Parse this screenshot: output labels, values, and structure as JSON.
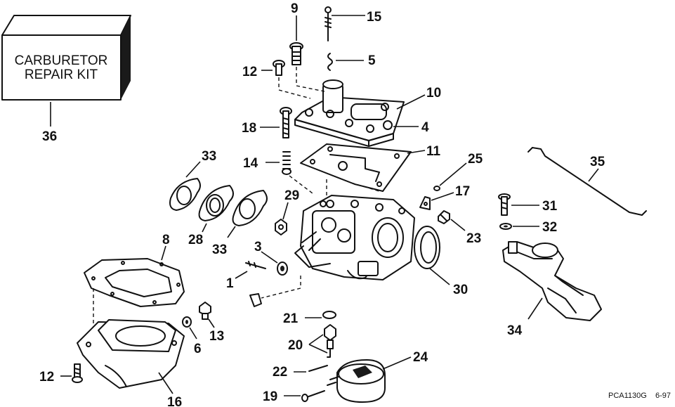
{
  "kit": {
    "line1": "CARBURETOR",
    "line2": "REPAIR KIT"
  },
  "callouts": {
    "c1": "1",
    "c3": "3",
    "c4": "4",
    "c5": "5",
    "c6": "6",
    "c8": "8",
    "c9": "9",
    "c10": "10",
    "c11": "11",
    "c12a": "12",
    "c12b": "12",
    "c13": "13",
    "c14": "14",
    "c15": "15",
    "c16": "16",
    "c17": "17",
    "c18": "18",
    "c19": "19",
    "c20": "20",
    "c21": "21",
    "c22": "22",
    "c23": "23",
    "c24": "24",
    "c25": "25",
    "c28": "28",
    "c29": "29",
    "c30": "30",
    "c31": "31",
    "c32": "32",
    "c33a": "33",
    "c33b": "33",
    "c34": "34",
    "c35": "35",
    "c36": "36"
  },
  "footer": {
    "code": "PCA1130G",
    "date": "6-97"
  }
}
